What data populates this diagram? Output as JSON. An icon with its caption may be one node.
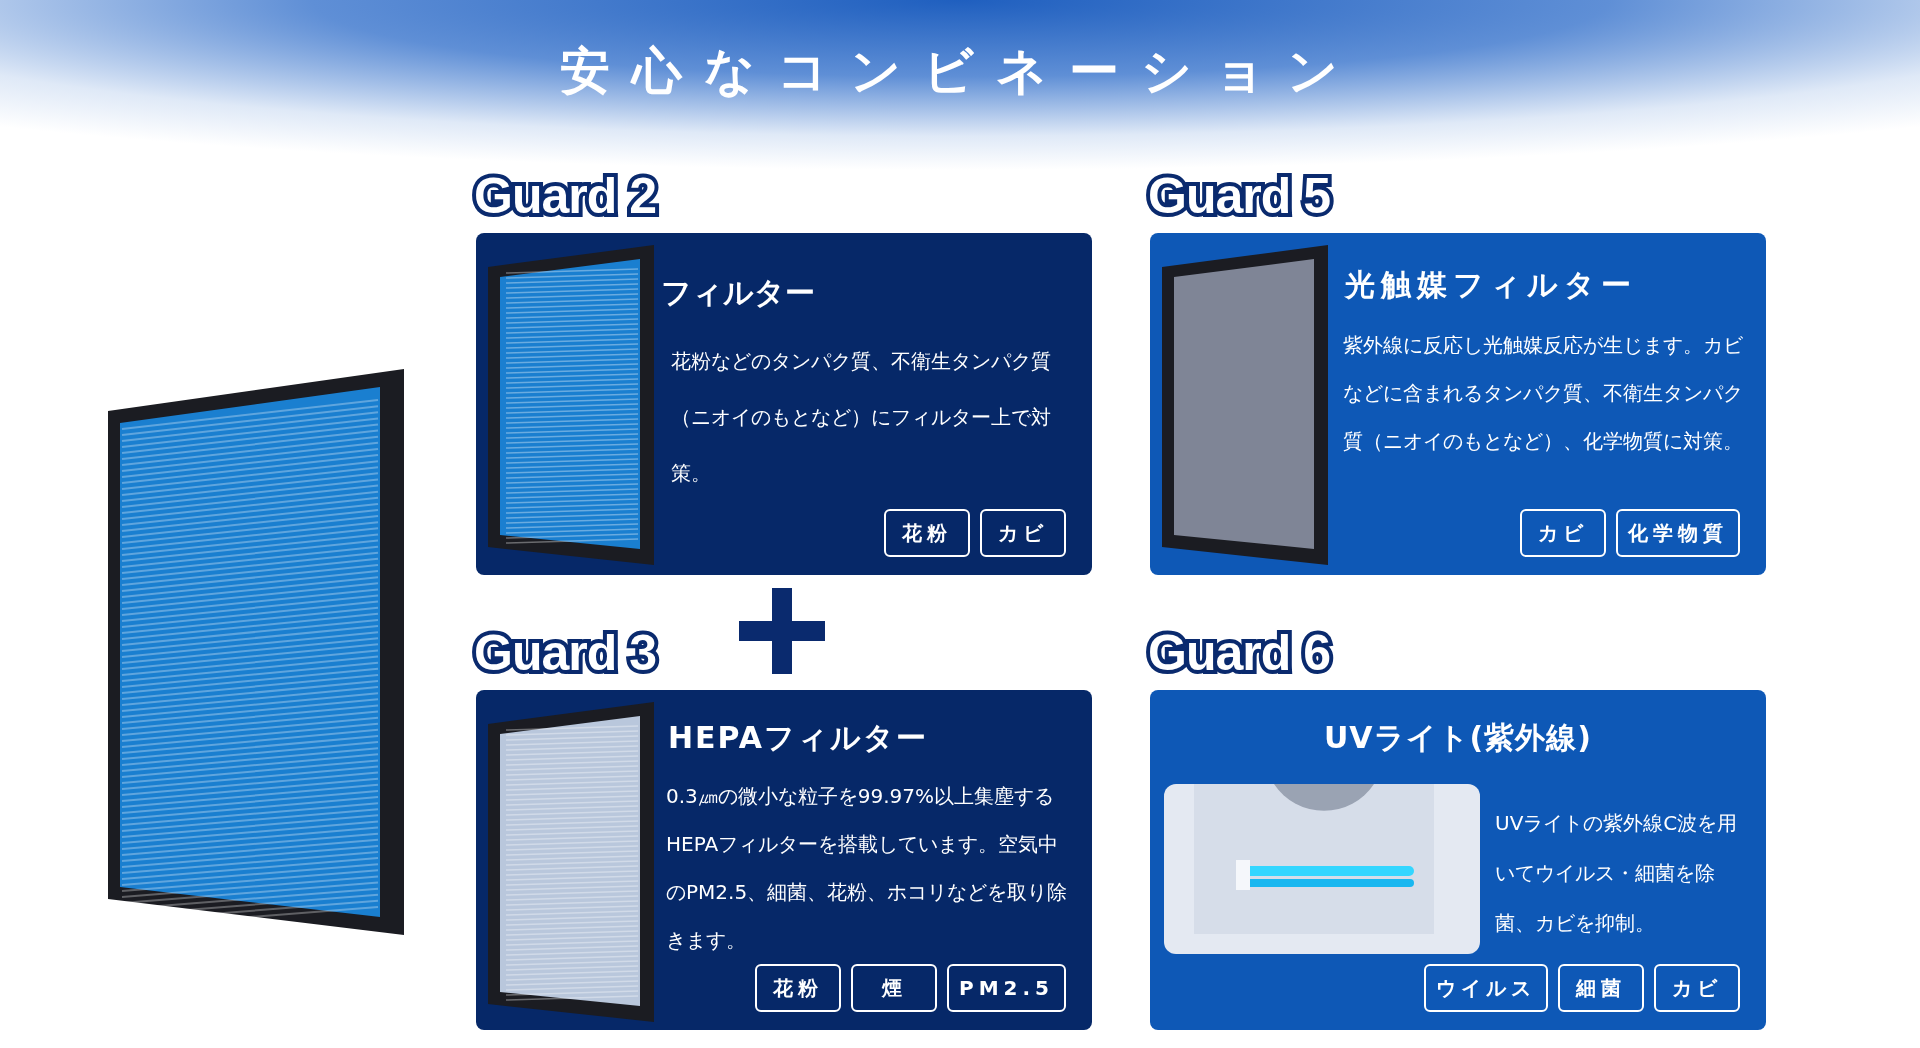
{
  "diagram": {
    "title": "安心なコンビネーション",
    "nodes": [
      {
        "text": [
          "Guard 2",
          "フィルター",
          "花粉などのタンパク質、不衛生タンパク質（ニオイのもとなど）にフィルター上で対策。"
        ]
      },
      {
        "text": [
          "花粉"
        ],
        "in": 0
      },
      {
        "text": [
          "カビ"
        ],
        "in": 0
      },
      {
        "text": [
          "Guard 5",
          "光触媒フィルター",
          "紫外線に反応し光触媒反応が生じます。カビなどに含まれるタンパク質、不衛生タンパク質（ニオイのもとなど）、化学物質に対策。"
        ]
      },
      {
        "text": [
          "カビ"
        ],
        "in": 3
      },
      {
        "text": [
          "化学物質"
        ],
        "in": 3
      },
      {
        "text": [
          "Guard 3",
          "HEPAフィルター",
          "0.3㎛の微小な粒子を99.97%以上集塵するHEPAフィルターを搭載しています。空気中のPM2.5、細菌、花粉、ホコリなどを取り除きます。"
        ]
      },
      {
        "text": [
          "花粉"
        ],
        "in": 6
      },
      {
        "text": [
          "煙"
        ],
        "in": 6
      },
      {
        "text": [
          "PM2.5"
        ],
        "in": 6
      },
      {
        "text": [
          "Guard 6",
          "UVライト(紫外線)",
          "UVライトの紫外線C波を用いてウイルス・細菌を除菌、カビを抑制。"
        ]
      },
      {
        "text": [
          "ウイルス"
        ],
        "in": 10
      },
      {
        "text": [
          "細菌"
        ],
        "in": 10
      },
      {
        "text": [
          "カビ"
        ],
        "in": 10
      }
    ]
  }
}
